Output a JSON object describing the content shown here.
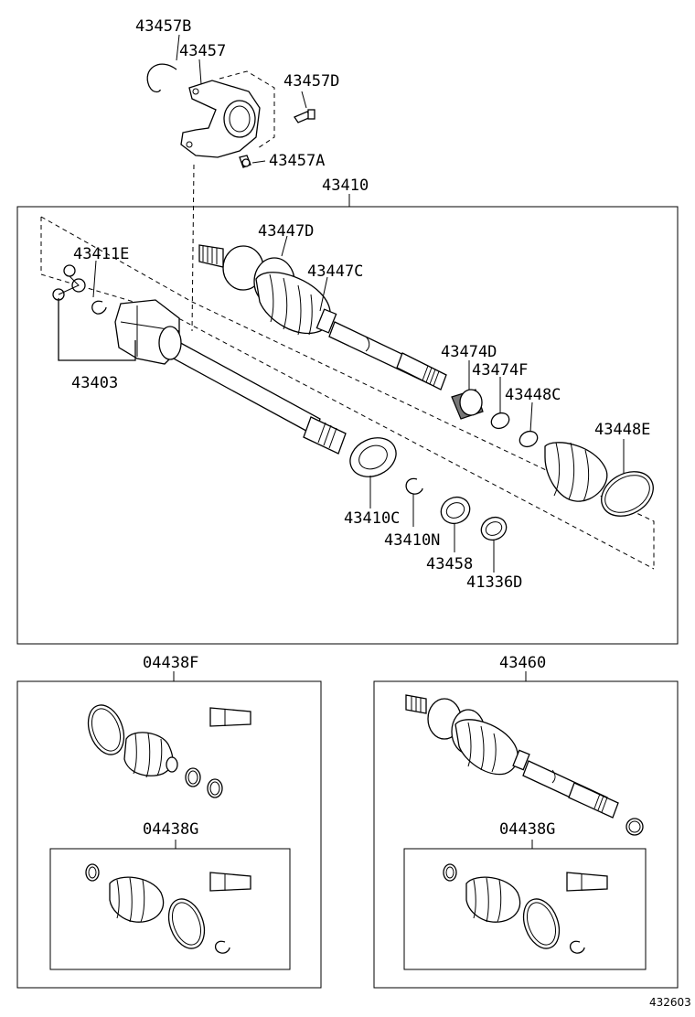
{
  "labels": {
    "p43457B": "43457B",
    "p43457": "43457",
    "p43457D": "43457D",
    "p43457A": "43457A",
    "p43410": "43410",
    "p43447D": "43447D",
    "p43411E": "43411E",
    "p43447C": "43447C",
    "p43403": "43403",
    "p43474D": "43474D",
    "p43474F": "43474F",
    "p43448C": "43448C",
    "p43448E": "43448E",
    "p43410C": "43410C",
    "p43410N": "43410N",
    "p43458": "43458",
    "p41336D": "41336D",
    "p04438F": "04438F",
    "p43460": "43460",
    "p04438G_left": "04438G",
    "p04438G_right": "04438G"
  },
  "diagram_id": "432603"
}
